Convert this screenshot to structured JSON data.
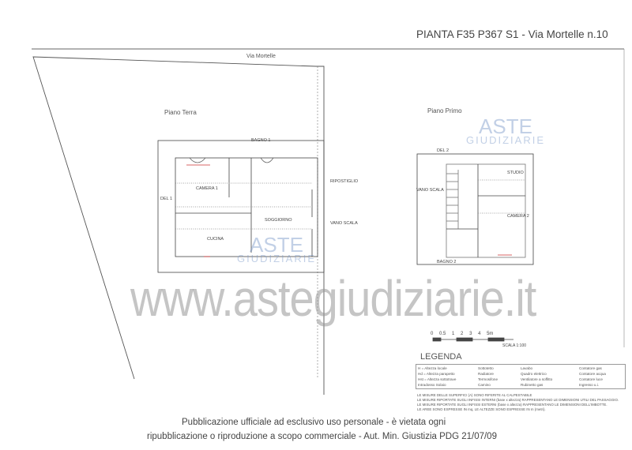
{
  "title": "PIANTA F35 P367 S1 - Via Mortelle n.10",
  "street": "Via Mortelle",
  "floors": {
    "ground": {
      "label": "Piano Terra",
      "rooms": [
        "CAMERA 1",
        "BAGNO 1",
        "RIPOSTIGLIO",
        "VANO SCALA",
        "SOGGIORNO",
        "CUCINA",
        "DEL 1"
      ]
    },
    "first": {
      "label": "Piano Primo",
      "rooms": [
        "STUDIO",
        "CAMERA 2",
        "VANO SCALA",
        "BAGNO 2",
        "DEL 2"
      ]
    }
  },
  "scale": {
    "ticks": [
      "0",
      "0.5",
      "1",
      "2",
      "3",
      "4",
      "5m"
    ],
    "label": "SCALA 1:100"
  },
  "watermark": {
    "site": "www.astegiudiziarie.it",
    "logo_top": "ASTE",
    "logo_bottom": "GIUDIZIARIE"
  },
  "legend": {
    "title": "LEGENDA",
    "items": [
      "H = Altezza locale",
      "Sottotetto",
      "Lavabo",
      "Contatore gas",
      "Hd = Altezza parapetto",
      "Radiatore",
      "Quadro elettrico",
      "Contatore acqua",
      "Hst = Altezza sottotrave",
      "Termosifone",
      "Ventilatore a soffitto",
      "Contatore luce",
      "Intradosso Solaio",
      "Camino",
      "Rubinetto gas",
      "Ingresso u.i."
    ]
  },
  "notes": [
    "LE MISURE DELLE SUPERFICI (A) SONO RIFERITE AL CALPESTABILE",
    "LE MISURE RIPORTATE SUGLI INFISSI INTERNI (base x altezza) RAPPRESENTANO LE DIMENSIONI UTILI DEL PASSAGGIO.",
    "LE MISURE RIPORTATE SUGLI INFISSI ESTERNI (base x altezza) RAPPRESENTANO LE DIMENSIONI DELL'IMBOTTE.",
    "LE AREE SONO ESPRESSE IN mq, LE ALTEZZE SONO ESPRESSE IN m (metri)."
  ],
  "footer": [
    "Pubblicazione ufficiale ad esclusivo uso personale - è vietata ogni",
    "ripubblicazione o riproduzione a scopo commerciale - Aut. Min. Giustizia PDG 21/07/09"
  ]
}
